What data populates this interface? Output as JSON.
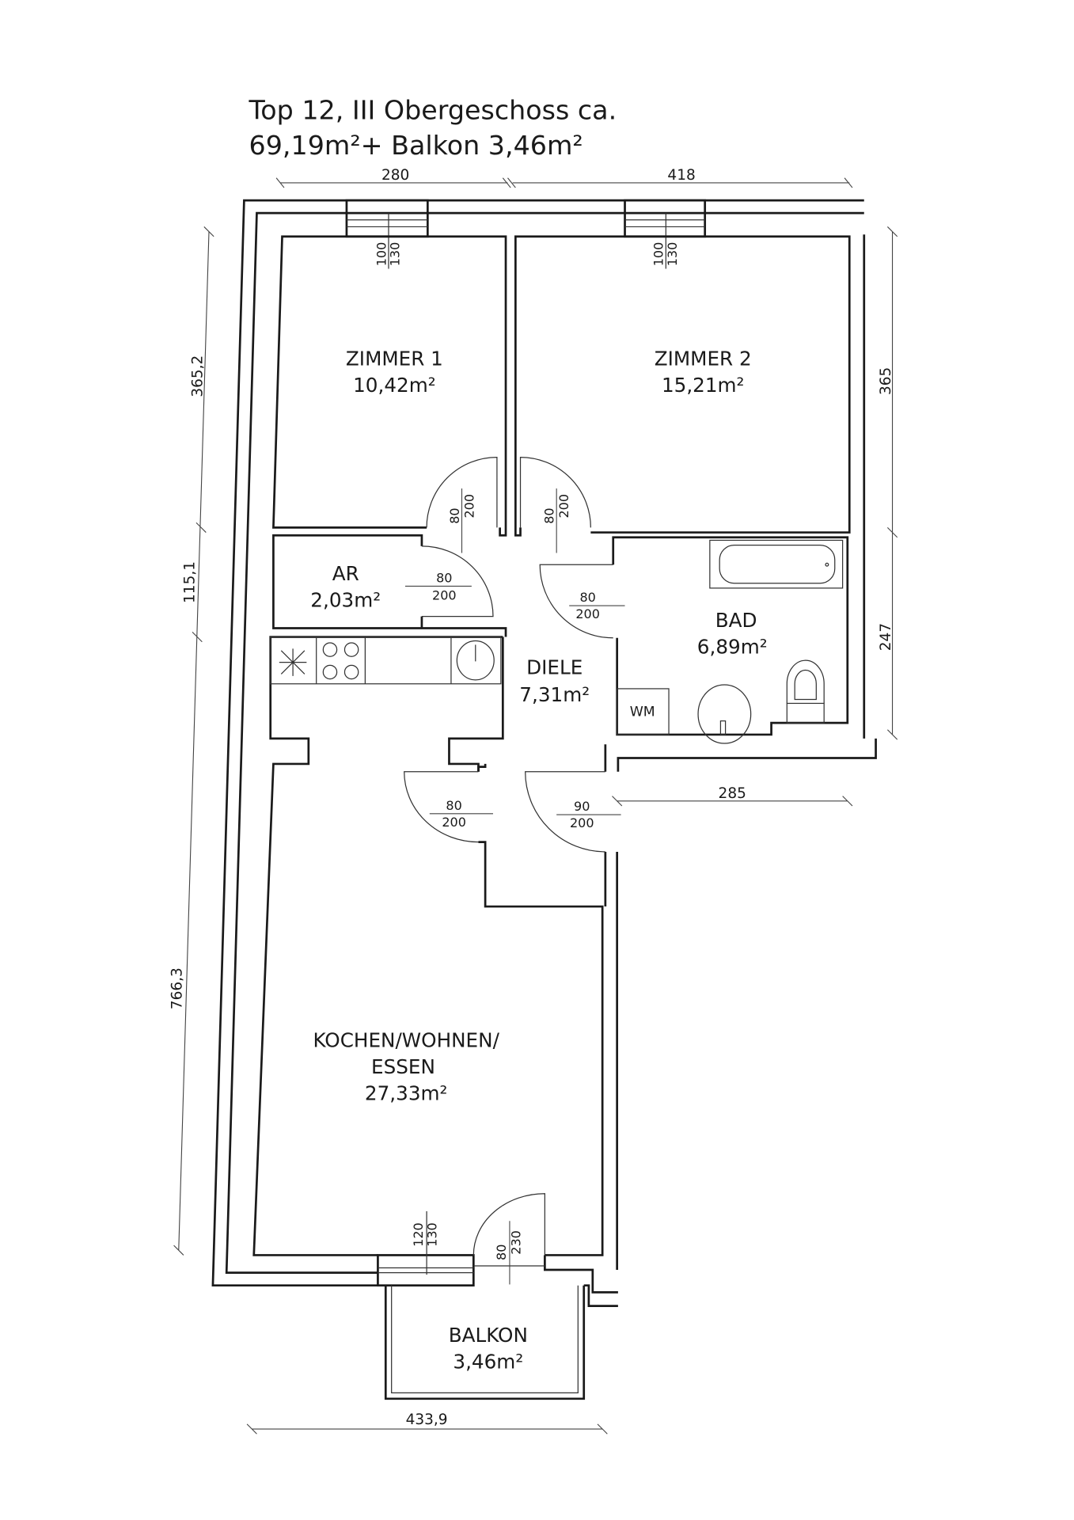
{
  "title": {
    "line1": "Top 12, III Obergeschoss ca.",
    "line2": "69,19m²+ Balkon 3,46m²"
  },
  "rooms": {
    "zimmer1": {
      "name": "ZIMMER 1",
      "area": "10,42m²"
    },
    "zimmer2": {
      "name": "ZIMMER 2",
      "area": "15,21m²"
    },
    "ar": {
      "name": "AR",
      "area": "2,03m²"
    },
    "bad": {
      "name": "BAD",
      "area": "6,89m²"
    },
    "diele": {
      "name": "DIELE",
      "area": "7,31m²"
    },
    "wohnen": {
      "name1": "KOCHEN/WOHNEN/",
      "name2": "ESSEN",
      "area": "27,33m²"
    },
    "balkon": {
      "name": "BALKON",
      "area": "3,46m²"
    }
  },
  "dimensions": {
    "top_left": "280",
    "top_right": "418",
    "left_upper": "365,2",
    "left_middle": "115,1",
    "left_lower": "766,3",
    "right_upper": "365",
    "right_lower": "247",
    "mid_right": "285",
    "bottom": "433,9"
  },
  "windows": {
    "zimmer1": {
      "a": "100",
      "b": "130"
    },
    "zimmer2": {
      "a": "100",
      "b": "130"
    },
    "wohnen": {
      "a": "120",
      "b": "130"
    }
  },
  "doors": {
    "zimmer1": {
      "w": "80",
      "h": "200"
    },
    "zimmer2": {
      "w": "80",
      "h": "200"
    },
    "ar": {
      "w": "80",
      "h": "200"
    },
    "bad": {
      "w": "80",
      "h": "200"
    },
    "wohnen": {
      "w": "80",
      "h": "200"
    },
    "entry": {
      "w": "90",
      "h": "200"
    },
    "balkon": {
      "w": "80",
      "h": "230"
    }
  },
  "fixtures": {
    "washing_machine": "WM"
  }
}
